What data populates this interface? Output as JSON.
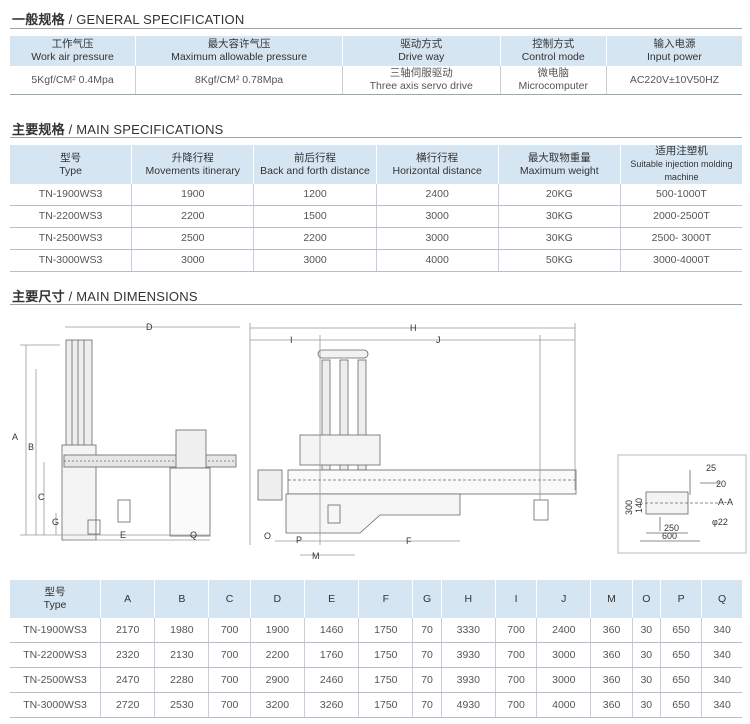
{
  "general": {
    "title_cn": "一般规格",
    "title_en": " / GENERAL SPECIFICATION",
    "headers": [
      {
        "cn": "工作气压",
        "en": "Work air pressure"
      },
      {
        "cn": "最大容许气压",
        "en": "Maximum allowable pressure"
      },
      {
        "cn": "驱动方式",
        "en": "Drive way"
      },
      {
        "cn": "控制方式",
        "en": "Control mode"
      },
      {
        "cn": "输入电源",
        "en": "Input power"
      }
    ],
    "values": [
      {
        "cn": "",
        "en": "5Kgf/CM² 0.4Mpa"
      },
      {
        "cn": "",
        "en": "8Kgf/CM² 0.78Mpa"
      },
      {
        "cn": "三轴伺服驱动",
        "en": "Three axis servo drive"
      },
      {
        "cn": "微电脑",
        "en": "Microcomputer"
      },
      {
        "cn": "",
        "en": "AC220V±10V50HZ"
      }
    ]
  },
  "main_spec": {
    "title_cn": "主要规格",
    "title_en": " / MAIN SPECIFICATIONS",
    "headers": [
      {
        "cn": "型号",
        "en": "Type"
      },
      {
        "cn": "升降行程",
        "en": "Movements itinerary"
      },
      {
        "cn": "前后行程",
        "en": "Back and forth distance"
      },
      {
        "cn": "横行行程",
        "en": "Horizontal distance"
      },
      {
        "cn": "最大取物重量",
        "en": "Maximum weight"
      },
      {
        "cn": "适用注塑机",
        "en": "Suitable injection molding machine"
      }
    ],
    "rows": [
      [
        "TN-1900WS3",
        "1900",
        "1200",
        "2400",
        "20KG",
        "500-1000T"
      ],
      [
        "TN-2200WS3",
        "2200",
        "1500",
        "3000",
        "30KG",
        "2000-2500T"
      ],
      [
        "TN-2500WS3",
        "2500",
        "2200",
        "3000",
        "30KG",
        "2500- 3000T"
      ],
      [
        "TN-3000WS3",
        "3000",
        "3000",
        "4000",
        "50KG",
        "3000-4000T"
      ]
    ]
  },
  "dimensions": {
    "title_cn": "主要尺寸",
    "title_en": " / MAIN DIMENSIONS",
    "labels": {
      "A": "A",
      "B": "B",
      "C": "C",
      "D": "D",
      "E": "E",
      "G": "G",
      "Q": "Q",
      "H": "H",
      "I": "I",
      "J": "J",
      "O": "O",
      "M": "M",
      "P": "P",
      "F": "F",
      "d25": "25",
      "d20": "20",
      "d300": "300",
      "d140": "140",
      "d250": "250",
      "d600": "600",
      "aa": "A-A",
      "d22": "φ22"
    }
  },
  "dim_table": {
    "type_cn": "型号",
    "type_en": "Type",
    "cols": [
      "A",
      "B",
      "C",
      "D",
      "E",
      "F",
      "G",
      "H",
      "I",
      "J",
      "M",
      "O",
      "P",
      "Q"
    ],
    "rows": [
      [
        "TN-1900WS3",
        "2170",
        "1980",
        "700",
        "1900",
        "1460",
        "1750",
        "70",
        "3330",
        "700",
        "2400",
        "360",
        "30",
        "650",
        "340"
      ],
      [
        "TN-2200WS3",
        "2320",
        "2130",
        "700",
        "2200",
        "1760",
        "1750",
        "70",
        "3930",
        "700",
        "3000",
        "360",
        "30",
        "650",
        "340"
      ],
      [
        "TN-2500WS3",
        "2470",
        "2280",
        "700",
        "2900",
        "2460",
        "1750",
        "70",
        "3930",
        "700",
        "3000",
        "360",
        "30",
        "650",
        "340"
      ],
      [
        "TN-3000WS3",
        "2720",
        "2530",
        "700",
        "3200",
        "3260",
        "1750",
        "70",
        "4930",
        "700",
        "4000",
        "360",
        "30",
        "650",
        "340"
      ]
    ]
  }
}
